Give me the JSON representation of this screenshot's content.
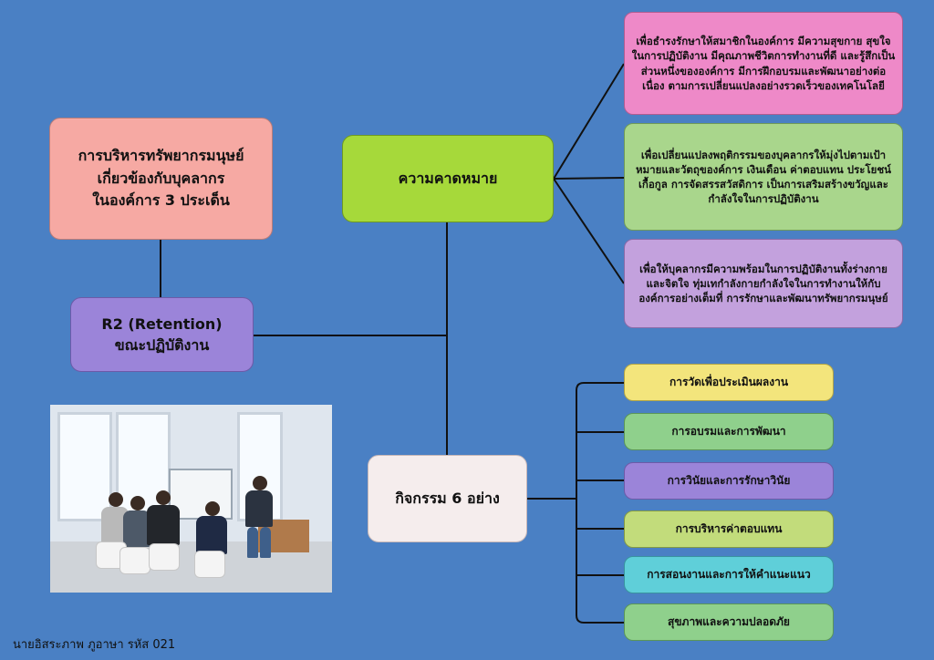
{
  "central": {
    "title": "การบริหารทรัพยากรมนุษย์เกี่ยวข้องกับบุคลากรในองค์การ 3 ประเด็น",
    "title_lines": [
      "การบริหารทรัพยากรมนุษย์",
      "เกี่ยวข้องกับบุคลากร",
      "ในองค์การ 3 ประเด็น"
    ],
    "r2_lines": [
      "R2 (Retention)",
      "ขณะปฏิบัติงาน"
    ]
  },
  "expectation": {
    "label": "ความคาดหมาย",
    "items": [
      "เพื่อธำรงรักษาให้สมาชิกในองค์การ มีความสุขกาย สุขใจ ในการปฏิบัติงาน มีคุณภาพชีวิตการทำงานที่ดี และรู้สึกเป็นส่วนหนึ่งขององค์การ มีการฝึกอบรมและพัฒนาอย่างต่อเนื่อง ตามการเปลี่ยนแปลงอย่างรวดเร็วของเทคโนโลยี",
      "เพื่อเปลี่ยนแปลงพฤติกรรมของบุคลากรให้มุ่งไปตามเป้าหมายและวัตถุของค์การ เงินเดือน ค่าตอบแทน ประโยชน์เกื้อกูล การจัดสรรสวัสดิการ เป็นการเสริมสร้างขวัญและกำลังใจในการปฏิบัติงาน",
      "เพื่อให้บุคลากรมีความพร้อมในการปฏิบัติงานทั้งร่างกายและจิตใจ ทุ่มเทกำลังกายกำลังใจในการทำงานให้กับองค์การอย่างเต็มที่ การรักษาและพัฒนาทรัพยากรมนุษย์"
    ]
  },
  "activities": {
    "label": "กิจกรรม 6 อย่าง",
    "items": [
      "การวัดเพื่อประเมินผลงาน",
      "การอบรมและการพัฒนา",
      "การวินัยและการรักษาวินัย",
      "การบริหารค่าตอบแทน",
      "การสอนงานและการให้คำแนะแนว",
      "สุขภาพและความปลอดภัย"
    ]
  },
  "author": "นายอิสระภาพ ภูอาษา รหัส 021",
  "colors": {
    "background": "#4a80c4",
    "title_box": "#f6a9a3",
    "r2_box": "#9b84d9",
    "expectation_box": "#a6d93a",
    "activities_box": "#f5eded",
    "connector": "#111111"
  }
}
